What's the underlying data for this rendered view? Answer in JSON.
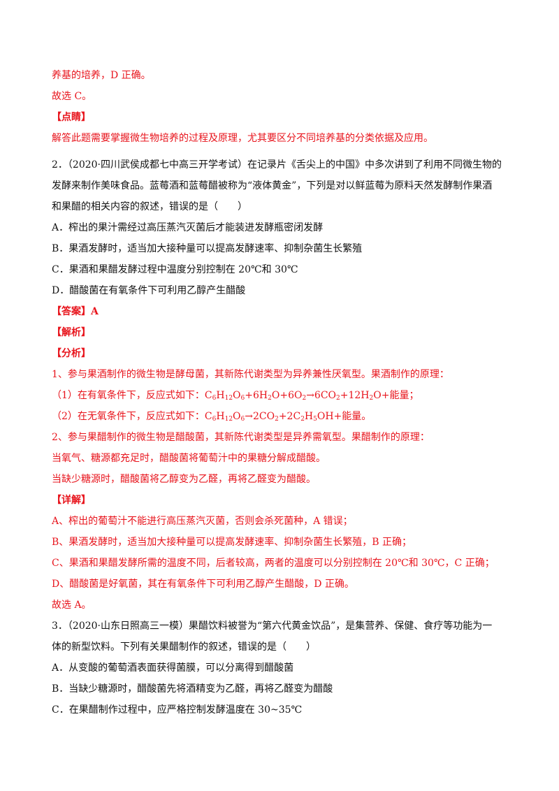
{
  "lines": [
    {
      "text": "养基的培养，D 正确。",
      "color": "red"
    },
    {
      "text": "故选 C。",
      "color": "red"
    },
    {
      "text": "【点睛】",
      "color": "red",
      "bold": true
    },
    {
      "text": "解答此题需要掌握微生物培养的过程及原理，尤其要区分不同培养基的分类依据及应用。",
      "color": "red"
    },
    {
      "text": "2．（2020·四川武侯成都七中高三开学考试）在记录片《舌尖上的中国》中多次讲到了利用不同微生物的",
      "color": "black"
    },
    {
      "text": "发酵来制作美味食品。蓝莓酒和蓝莓醋被称为“液体黄金”，下列是对以鲜蓝莓为原料天然发酵制作果酒",
      "color": "black"
    },
    {
      "text": "和果醋的相关内容的叙述，错误的是（　　）",
      "color": "black"
    },
    {
      "text": "A．榨出的果汁需经过高压蒸汽灭菌后才能装进发酵瓶密闭发酵",
      "color": "black"
    },
    {
      "text": "B．果酒发酵时，适当加大接种量可以提高发酵速率、抑制杂菌生长繁殖",
      "color": "black"
    },
    {
      "text": "C．果酒和果醋发酵过程中温度分别控制在 20℃和 30℃",
      "color": "black"
    },
    {
      "text": "D．醋酸菌在有氧条件下可利用乙醇产生醋酸",
      "color": "black"
    },
    {
      "text": "【答案】A",
      "color": "red",
      "bold": true
    },
    {
      "text": "【解析】",
      "color": "red",
      "bold": true
    },
    {
      "text": "【分析】",
      "color": "red",
      "bold": true
    },
    {
      "text": "1、参与果酒制作的微生物是酵母菌，其新陈代谢类型为异养兼性厌氧型。果酒制作的原理：",
      "color": "red"
    },
    {
      "text": "（1）在有氧条件下，反应式如下：",
      "color": "red",
      "equation": "eq1"
    },
    {
      "text": "（2）在无氧条件下，反应式如下：",
      "color": "red",
      "equation": "eq2"
    },
    {
      "text": "2、参与果醋制作的微生物是醋酸菌，其新陈代谢类型是异养需氧型。果醋制作的原理：",
      "color": "red"
    },
    {
      "text": "当氧气、糖源都充足时，醋酸菌将葡萄汁中的果糖分解成醋酸。",
      "color": "red"
    },
    {
      "text": "当缺少糖源时，醋酸菌将乙醇变为乙醛，再将乙醛变为醋酸。",
      "color": "red"
    },
    {
      "text": "【详解】",
      "color": "red",
      "bold": true
    },
    {
      "text": "A、榨出的葡萄汁不能进行高压蒸汽灭菌，否则会杀死菌种，A 错误；",
      "color": "red"
    },
    {
      "text": "B、果酒发酵时，适当加大接种量可以提高发酵速率、抑制杂菌生长繁殖，B 正确；",
      "color": "red"
    },
    {
      "text": "C、果酒和果醋发酵所需的温度不同，后者较高，两者的温度可以分别控制在 20℃和 30℃，C 正确；",
      "color": "red"
    },
    {
      "text": "D、醋酸菌是好氧菌，其在有氧条件下可利用乙醇产生醋酸，D 正确。",
      "color": "red"
    },
    {
      "text": "故选 A。",
      "color": "red"
    },
    {
      "text": "3．（2020·山东日照高三一模）果醋饮料被誉为“第六代黄金饮品”，是集营养、保健、食疗等功能为一",
      "color": "black"
    },
    {
      "text": "体的新型饮料。下列有关果醋制作的叙述，错误的是（　　）",
      "color": "black"
    },
    {
      "text": "A．从变酸的葡萄酒表面获得菌膜，可以分离得到醋酸菌",
      "color": "black"
    },
    {
      "text": "B．当缺少糖源时，醋酸菌先将酒精变为乙醛，再将乙醛变为醋酸",
      "color": "black"
    },
    {
      "text": "C．在果醋制作过程中，应严格控制发酵温度在 30~35℃",
      "color": "black"
    }
  ],
  "equations": {
    "eq1": [
      {
        "t": "C"
      },
      {
        "t": "6",
        "sub": true
      },
      {
        "t": "H"
      },
      {
        "t": "12",
        "sub": true
      },
      {
        "t": "O"
      },
      {
        "t": "6",
        "sub": true
      },
      {
        "t": "+6H"
      },
      {
        "t": "2",
        "sub": true
      },
      {
        "t": "O+6O"
      },
      {
        "t": "2",
        "sub": true
      },
      {
        "t": "→6CO"
      },
      {
        "t": "2",
        "sub": true
      },
      {
        "t": "+12H"
      },
      {
        "t": "2",
        "sub": true
      },
      {
        "t": "O+能量；"
      }
    ],
    "eq2": [
      {
        "t": "C"
      },
      {
        "t": "6",
        "sub": true
      },
      {
        "t": "H"
      },
      {
        "t": "12",
        "sub": true
      },
      {
        "t": "O"
      },
      {
        "t": "6",
        "sub": true
      },
      {
        "t": "→2CO"
      },
      {
        "t": "2",
        "sub": true
      },
      {
        "t": "+2C"
      },
      {
        "t": "2",
        "sub": true
      },
      {
        "t": "H"
      },
      {
        "t": "5",
        "sub": true
      },
      {
        "t": "OH+能量。"
      }
    ]
  }
}
